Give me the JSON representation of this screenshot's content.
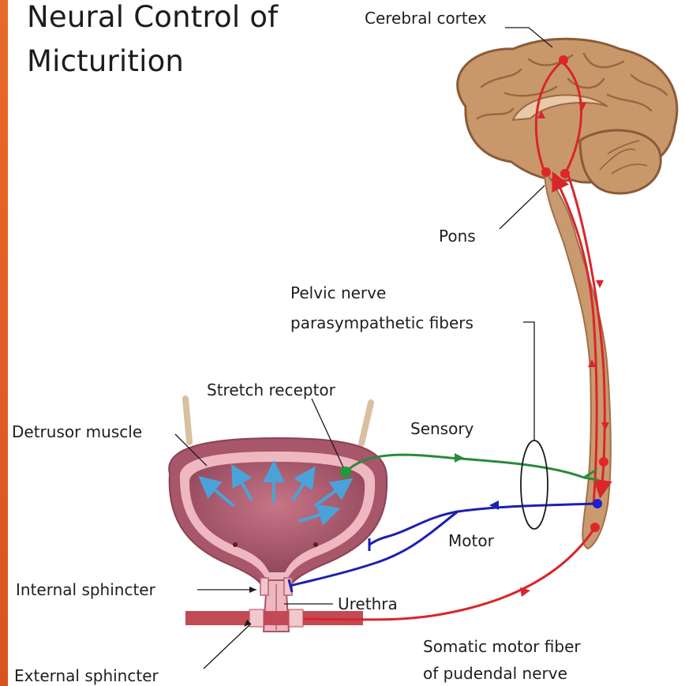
{
  "title": {
    "line1": "Neural Control of",
    "line2": "Micturition"
  },
  "labels": {
    "cerebral_cortex": "Cerebral cortex",
    "pons": "Pons",
    "pelvic_nerve_line1": "Pelvic nerve",
    "pelvic_nerve_line2": "parasympathetic fibers",
    "stretch_receptor": "Stretch receptor",
    "detrusor_muscle": "Detrusor muscle",
    "sensory": "Sensory",
    "motor": "Motor",
    "internal_sphincter": "Internal sphincter",
    "urethra": "Urethra",
    "external_sphincter": "External  sphincter",
    "somatic_line1": "Somatic motor fiber",
    "somatic_line2": "of pudendal nerve"
  },
  "colors": {
    "accent_stripe": "#e0602a",
    "brain": "#c8986a",
    "spinal_cord": "#c99a6f",
    "bladder_outer": "#a8566a",
    "bladder_wall": "#efb7bf",
    "bladder_inner": "#b86175",
    "sensory_fiber": "#2a8a3c",
    "motor_fiber": "#1c20b0",
    "somatic_fiber": "#d8262a",
    "stretch_arrows": "#4aa3d8"
  }
}
